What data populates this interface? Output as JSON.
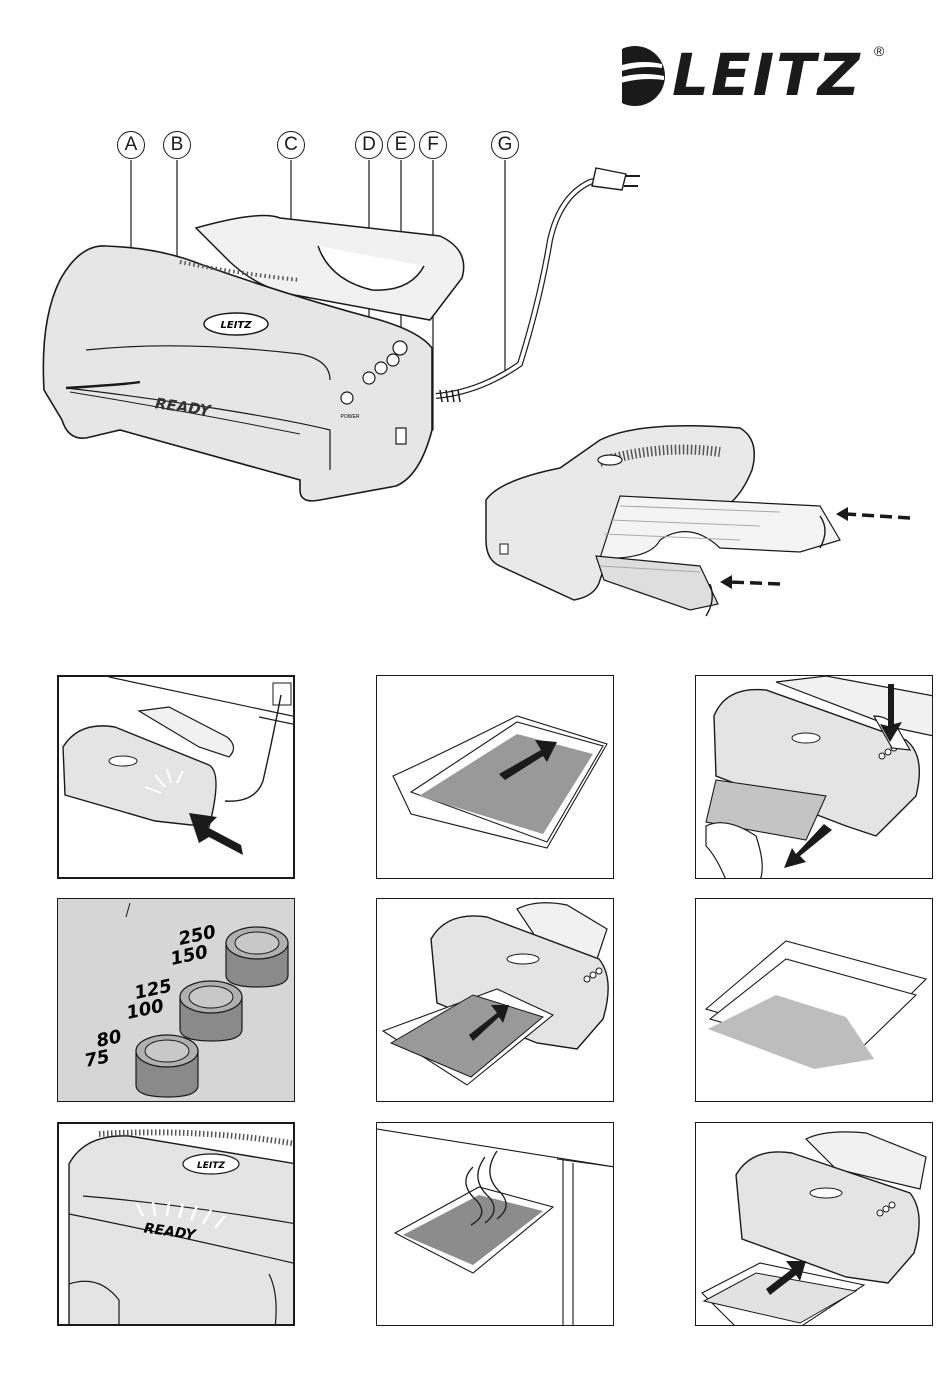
{
  "brand": {
    "logo_text": "LEITZ",
    "registered_mark": "®"
  },
  "callouts": {
    "A": "A",
    "B": "B",
    "C": "C",
    "D": "D",
    "E": "E",
    "F": "F",
    "G": "G"
  },
  "device_labels": {
    "logo": "LEITZ",
    "ready": "READY",
    "power": "POWER"
  },
  "thickness_settings": {
    "button_1": {
      "top": "250",
      "bottom": "150"
    },
    "button_2": {
      "top": "125",
      "bottom": "100"
    },
    "button_3": {
      "top": "80",
      "bottom": "75"
    }
  }
}
